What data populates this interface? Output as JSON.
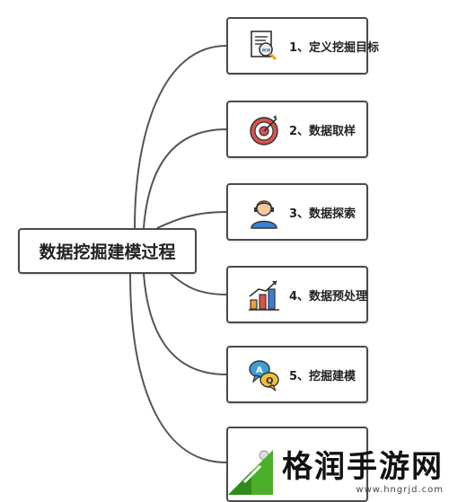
{
  "root": {
    "label": "数据挖掘建模过程"
  },
  "steps": [
    {
      "label": "1、定义挖掘目标",
      "icon": "document-magnifier-icon"
    },
    {
      "label": "2、数据取样",
      "icon": "target-icon"
    },
    {
      "label": "3、数据探索",
      "icon": "person-headset-icon"
    },
    {
      "label": "4、数据预处理",
      "icon": "bar-chart-arrow-icon"
    },
    {
      "label": "5、挖掘建模",
      "icon": "qa-bubbles-icon"
    },
    {
      "label": "",
      "icon": "partial-icon"
    }
  ],
  "watermark": {
    "title": "格润手游网",
    "url": "www.hngrjd.com",
    "logo_color": "#4caf2a"
  },
  "colors": {
    "line": "#555555",
    "border": "#4a4a4a"
  }
}
